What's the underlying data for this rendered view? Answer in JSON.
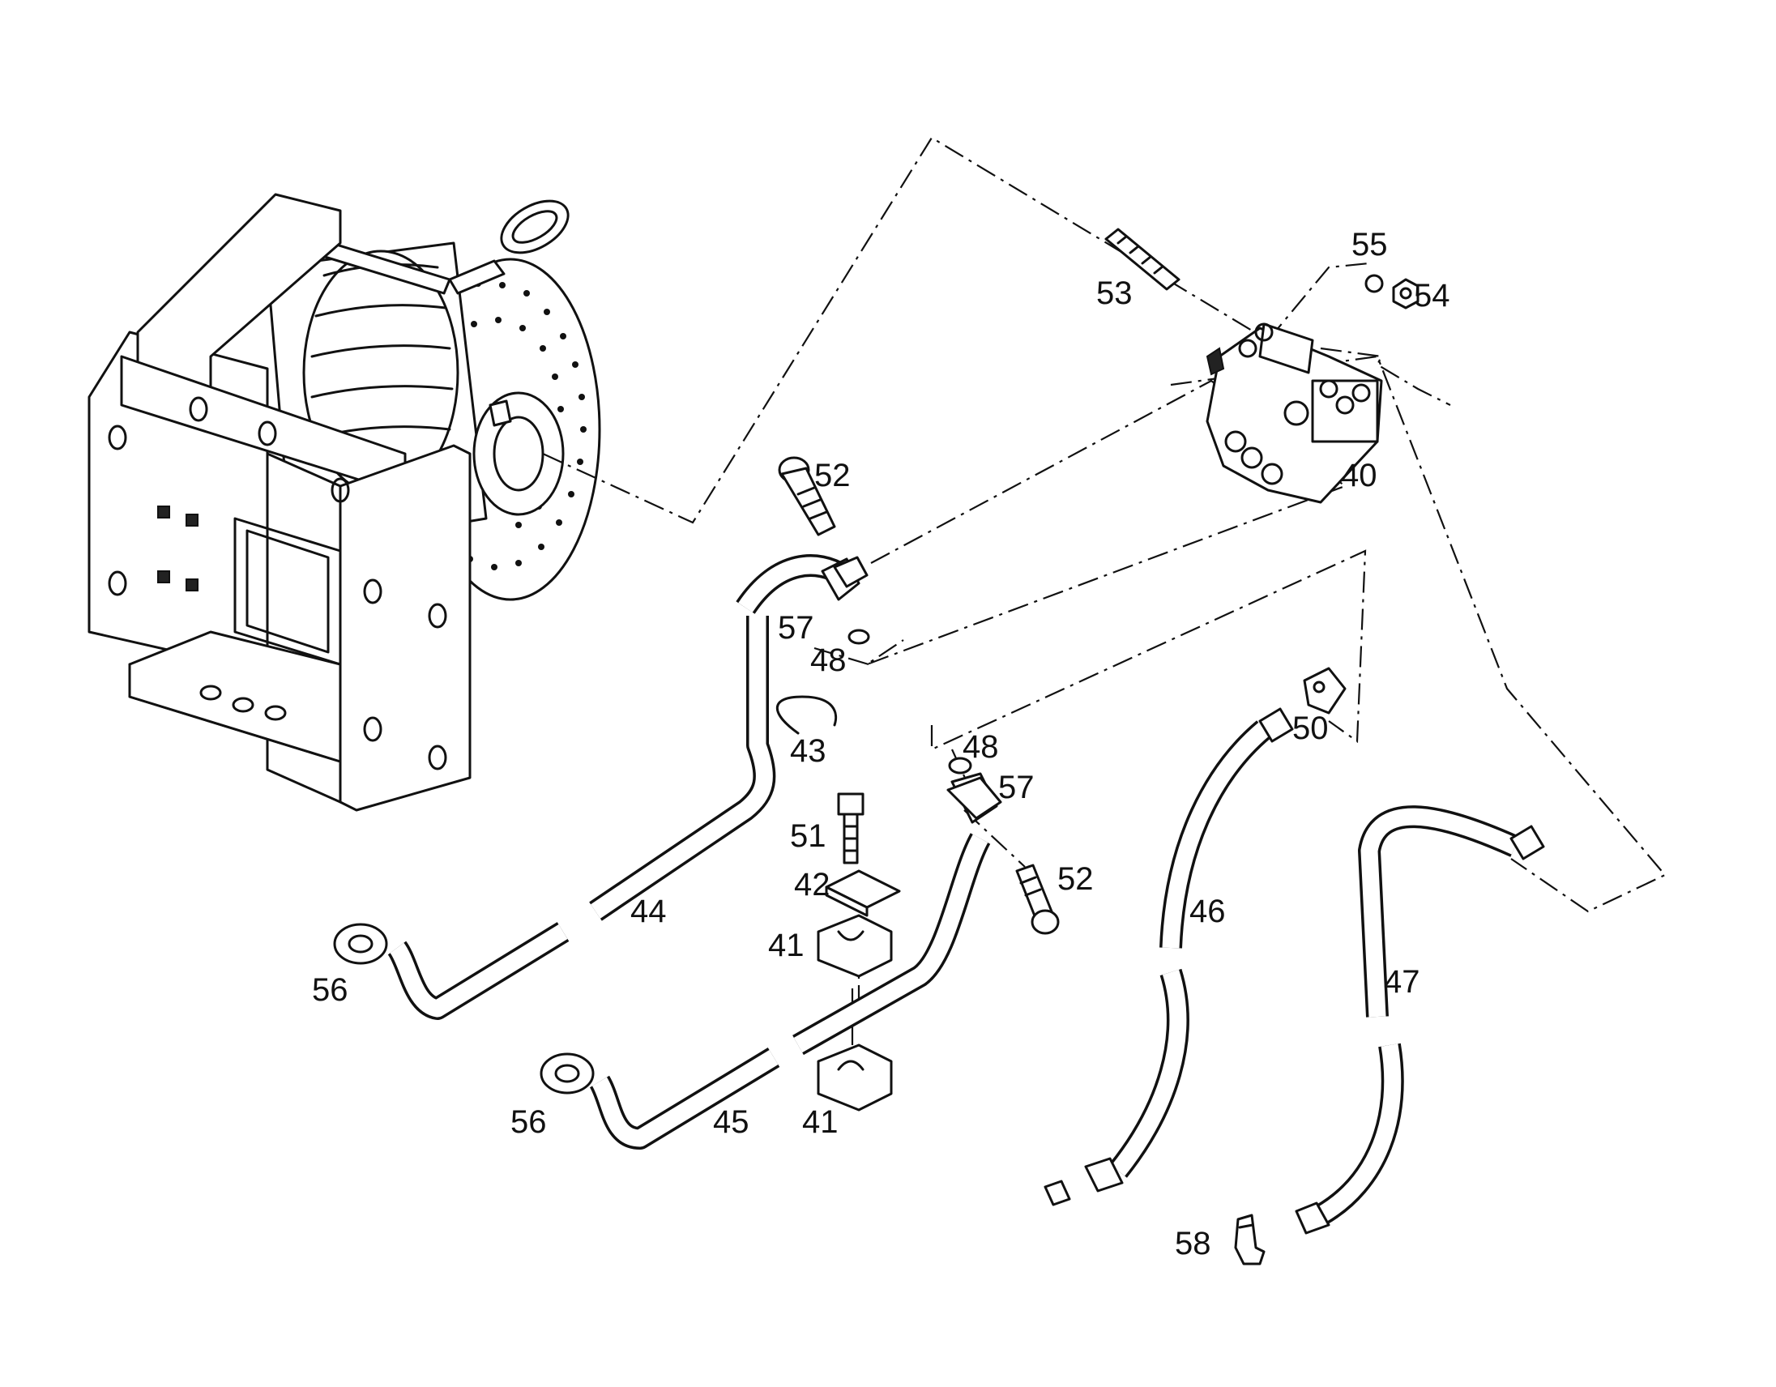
{
  "callouts": {
    "c40": "40",
    "c41a": "41",
    "c41b": "41",
    "c42": "42",
    "c43": "43",
    "c44": "44",
    "c45": "45",
    "c46": "46",
    "c47": "47",
    "c48a": "48",
    "c48b": "48",
    "c50": "50",
    "c51": "51",
    "c52a": "52",
    "c52b": "52",
    "c53": "53",
    "c54": "54",
    "c55": "55",
    "c56a": "56",
    "c56b": "56",
    "c57a": "57",
    "c57b": "57",
    "c58": "58"
  }
}
